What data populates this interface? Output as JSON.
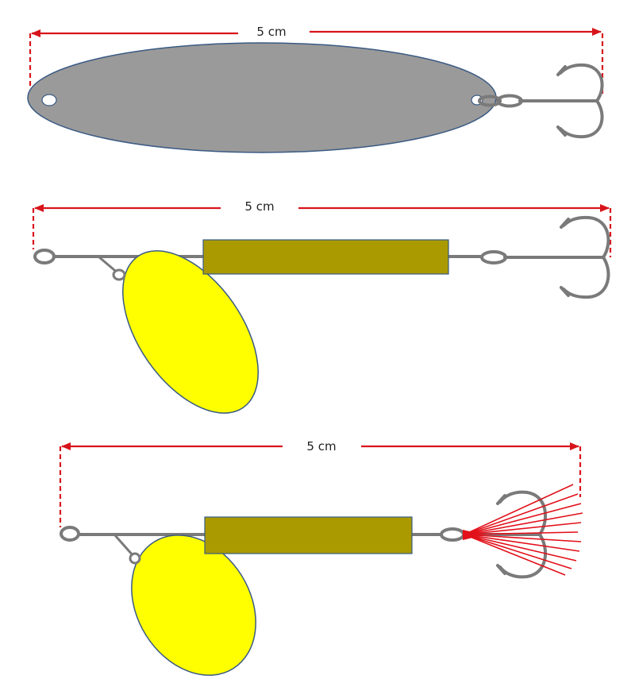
{
  "lures": [
    {
      "type": "spoon",
      "dimension_label": "5 cm"
    },
    {
      "type": "spinner",
      "dimension_label": "5 cm"
    },
    {
      "type": "spinner-with-dressed-hook",
      "dimension_label": "5 cm"
    }
  ],
  "colors": {
    "dimension": "#d8141b",
    "metal": "#7a7a7a",
    "spoon_fill": "#9a9a9a",
    "outline": "#3a5a84",
    "body": "#aa9a00",
    "blade": "#ffff00",
    "fibers": "#e2101a"
  },
  "icons": [
    "treble-hook-icon",
    "split-ring-icon",
    "spinner-blade-icon",
    "spoon-body-icon"
  ]
}
